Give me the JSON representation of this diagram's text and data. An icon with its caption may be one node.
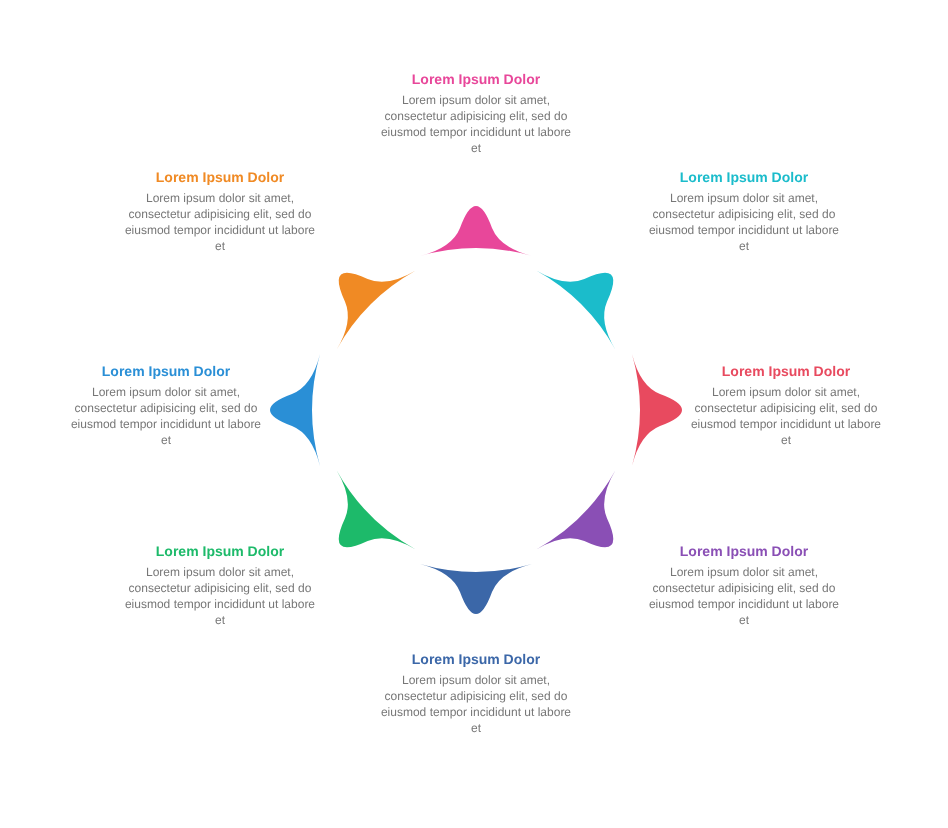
{
  "diagram": {
    "labels": [
      "Lorem Ipsum Dolor",
      "Lorem ipsum dolor sit amet, consectetur adipisicing elit, sed do eiusmod tempor incididunt ut labore et",
      "Lorem Ipsum Dolor",
      "Lorem ipsum dolor sit amet, consectetur adipisicing elit, sed do eiusmod tempor incididunt ut labore et",
      "Lorem Ipsum Dolor",
      "Lorem ipsum dolor sit amet, consectetur adipisicing elit, sed do eiusmod tempor incididunt ut labore et",
      "Lorem Ipsum Dolor",
      "Lorem ipsum dolor sit amet, consectetur adipisicing elit, sed do eiusmod tempor incididunt ut labore et",
      "Lorem Ipsum Dolor",
      "Lorem ipsum dolor sit amet, consectetur adipisicing elit, sed do eiusmod tempor incididunt ut labore et",
      "Lorem Ipsum Dolor",
      "Lorem ipsum dolor sit amet, consectetur adipisicing elit, sed do eiusmod tempor incididunt ut labore et",
      "Lorem Ipsum Dolor",
      "Lorem ipsum dolor sit amet, consectetur adipisicing elit, sed do eiusmod tempor incididunt ut labore et",
      "Lorem Ipsum Dolor",
      "Lorem ipsum dolor sit amet, consectetur adipisicing elit, sed do eiusmod tempor incididunt ut labore et"
    ]
  }
}
